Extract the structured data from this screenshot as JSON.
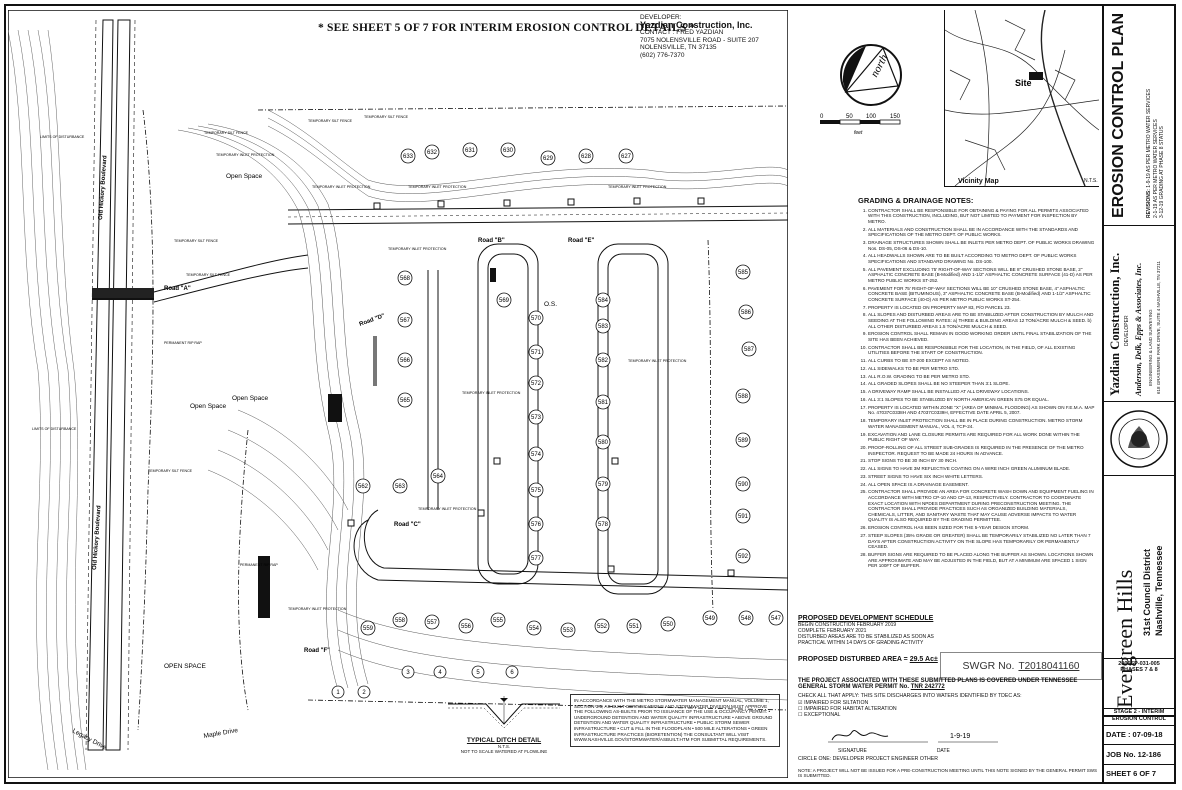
{
  "sheet_note": "* SEE SHEET 5 OF 7 FOR INTERIM EROSION CONTROL DETAILS *",
  "developer": {
    "heading": "DEVELOPER:",
    "name": "Yazdian Construction, Inc.",
    "contact": "CONTACT : FRED YAZDIAN",
    "address": "7075 NOLENSVILLE ROAD - SUITE 207",
    "city": "NOLENSVILLE, TN 37135",
    "phone": "(602) 776-7370"
  },
  "north_arrow": {
    "label": "north",
    "scale_ticks": [
      "0",
      "50",
      "100",
      "150"
    ],
    "scale_unit": "feet"
  },
  "vicinity": {
    "label": "Vicinity Map",
    "site": "Site",
    "nts": "N.T.S."
  },
  "plan_labels": {
    "old_hickory": "Old Hickory Boulevard",
    "road_a": "Road \"A\"",
    "road_b": "Road \"B\"",
    "road_c": "Road \"C\"",
    "road_d": "Road \"D\"",
    "road_e": "Road \"E\"",
    "road_f": "Road \"F\"",
    "open_space_1": "Open Space",
    "open_space_2": "Open Space",
    "open_space_3": "Open Space",
    "open_space_4": "OPEN SPACE",
    "os_short": "O.S.",
    "legacy": "Legacy Drive",
    "maple": "Maple Drive",
    "temp_silt": "TEMPORARY SILT FENCE",
    "temp_inlet": "TEMPORARY INLET PROTECTION",
    "perm_rip": "PERMANENT RIP RAP",
    "limits": "LIMITS OF DISTURBANCE"
  },
  "lots": {
    "top_row": [
      "633",
      "632",
      "631",
      "630",
      "629",
      "628",
      "627"
    ],
    "col_a": [
      "568",
      "567",
      "566",
      "565"
    ],
    "col_b": [
      "569",
      "570",
      "571",
      "572",
      "573",
      "574",
      "575",
      "576",
      "577"
    ],
    "col_c": [
      "584",
      "583",
      "582",
      "581",
      "580",
      "579",
      "578"
    ],
    "col_d": [
      "585",
      "586",
      "587",
      "588",
      "589",
      "590",
      "591",
      "592"
    ],
    "mid_a": [
      "562",
      "563",
      "564"
    ],
    "bottom_row": [
      "559",
      "558",
      "557",
      "556",
      "555",
      "554",
      "553",
      "552",
      "551",
      "550",
      "549",
      "548",
      "547"
    ],
    "small": [
      "1",
      "2",
      "3",
      "4",
      "5",
      "6"
    ]
  },
  "grading_notes": {
    "heading": "GRADING & DRAINAGE NOTES:",
    "items": [
      "CONTRACTOR SHALL BE RESPONSIBLE FOR OBTAINING & PAYING FOR ALL PERMITS ASSOCIATED WITH THIS CONSTRUCTION, INCLUDING, BUT NOT LIMITED TO PAYMENT FOR INSPECTION BY METRO.",
      "ALL MATERIALS AND CONSTRUCTION SHALL BE IN ACCORDANCE WITH THE STANDARDS AND SPECIFICATIONS OF THE METRO DEPT. OF PUBLIC WORKS.",
      "DRAINAGE STRUCTURES SHOWN SHALL BE INLETS PER METRO DEPT. OF PUBLIC WORKS DRAWING Nos. DS-05, DS-06 & DS-10.",
      "ALL HEADWALLS SHOWN ARE TO BE BUILT ACCORDING TO METRO DEPT. OF PUBLIC WORKS SPECIFICATIONS AND STANDARD DRAWING No. DS-100.",
      "ALL PAVEMENT EXCLUDING 75' RIGHT-OF-WAY SECTIONS WILL BE 8\" CRUSHED STONE BASE, 2\" ASPHALTIC CONCRETE BASE (B-Modified) AND 1-1/2\" ASPHALTIC CONCRETE SURFACE (41-D) AS PER METRO PUBLIC WORKS ST-252.",
      "PAVEMENT FOR 75' RIGHT-OF-WAY SECTIONS WILL BE 10\" CRUSHED STONE BASE, 4\" ASPHALTIC CONCRETE BASE (BITUMINOUS), 3\" ASPHALTIC CONCRETE BASE (B-Modified) AND 1-1/2\" ASPHALTIC CONCRETE SURFACE (40-D) AS PER METRO PUBLIC WORKS ST-254.",
      "PROPERTY IS LOCATED ON PROPERTY MAP 83, P/O PARCEL 23.",
      "ALL SLOPES AND DISTURBED AREAS ARE TO BE STABILIZED AFTER CONSTRUCTION BY MULCH AND SEEDING AT THE FOLLOWING RATES: a) THREE & BUILDING AREAS 12 TON/ACRE MULCH & SEED. b) ALL OTHER DISTURBED AREAS 1.5 TON/ACRE MULCH & SEED.",
      "EROSION CONTROL SHALL REMAIN IN GOOD WORKING ORDER UNTIL FINAL STABILIZATION OF THE SITE HAS BEEN ACHIEVED.",
      "CONTRACTOR SHALL BE RESPONSIBLE FOR THE LOCATION, IN THE FIELD, OF ALL EXISTING UTILITIES BEFORE THE START OF CONSTRUCTION.",
      "ALL CURBS TO BE ST-200 EXCEPT AS NOTED.",
      "ALL SIDEWALKS TO BE PER METRO STD.",
      "ALL R.O.W. GRADING TO BE PER METRO STD.",
      "ALL GRADED SLOPES SHALL BE NO STEEPER THAN 3:1 SLOPE.",
      "A DRIVEWAY RAMP SHALL BE INSTALLED AT ALL DRIVEWAY LOCATIONS.",
      "ALL 3:1 SLOPES TO BE STABILIZED BY NORTH AMERICAN GREEN S75 OR EQUAL.",
      "PROPERTY IS LOCATED WITHIN ZONE \"X\" (AREA OF MINIMAL FLOODING) AS SHOWN ON F.E.M.A. MAP No. 47037C0338H AND 47037C0339H, EFFECTIVE DATE APRIL 5, 2007.",
      "TEMPORARY INLET PROTECTION SHALL BE IN PLACE DURING CONSTRUCTION. METRO STORM WATER MANAGEMENT MANUAL, VOL 4, TCP-24.",
      "EXCAVATION AND LANE CLOSURE PERMITS ARE REQUIRED FOR ALL WORK DONE WITHIN THE PUBLIC RIGHT OF WAY.",
      "PROOF-ROLLING OF ALL STREET SUB-GRADES IS REQUIRED IN THE PRESENCE OF THE METRO INSPECTOR. REQUEST TO BE MADE 24 HOURS IN ADVANCE.",
      "STOP SIGNS TO BE 30 INCH BY 30 INCH.",
      "ALL SIGNS TO HAVE 3M REFLECTIVE COATING ON A WIRE INCH GREEN ALUMINUM BLADE.",
      "STREET SIGNS TO HAVE SIX INCH WHITE LETTERS.",
      "ALL OPEN SPACE IS A DRAINAGE EASEMENT.",
      "CONTRACTOR SHALL PROVIDE AN AREA FOR CONCRETE WASH DOWN AND EQUIPMENT FUELING IN ACCORDANCE WITH METRO CP-10 AND CP-13, RESPECTIVELY. CONTRACTOR TO COORDINATE EXACT LOCATION WITH NPDES DEPARTMENT DURING PRECONSTRUCTION MEETING. THE CONTRACTOR SHALL PROVIDE PRACTICES SUCH AS ORGANIZED BUILDING MATERIALS, CHEMICALS, LITTER, AND SANITARY WASTE THAT MAY CAUSE ADVERSE IMPACTS TO WATER QUALITY IS ALSO REQUIRED BY THE GRADING PERMITTEE.",
      "EROSION CONTROL HAS BEEN SIZED FOR THE 5-YEAR DESIGN STORM.",
      "STEEP SLOPES (35% GRADE OR GREATER) SHALL BE TEMPORARILY STABILIZED NO LATER THAN 7 DAYS AFTER CONSTRUCTION ACTIVITY ON THE SLOPE HAS TEMPORARILY OR PERMANENTLY CEASED.",
      "BUFFER SIGNS ARE REQUIRED TO BE PLACED ALONG THE BUFFER AS SHOWN. LOCATIONS SHOWN ARE APPROXIMATE AND MAY BE ADJUSTED IN THE FIELD, BUT AT A MINIMUM ARE SPACED 1 SIGN PER 100FT OF BUFFER."
    ]
  },
  "schedule": {
    "heading": "PROPOSED DEVELOPMENT SCHEDULE",
    "line1": "BEGIN CONSTRUCTION FEBRUARY 2019",
    "line2": "COMPLETE FEBRUARY 2021",
    "line3": "DISTURBED AREAS ARE TO BE STABILIZED AS SOON AS PRACTICAL WITHIN 14 DAYS OF GRADING ACTIVITY"
  },
  "disturbed": {
    "label": "PROPOSED DISTURBED AREA =",
    "value": "29.5 Ac±"
  },
  "swgr": {
    "label": "SWGR No.",
    "number": "T2018041160"
  },
  "certification": {
    "text1": "THE PROJECT ASSOCIATED WITH THESE SUBMITTED PLANS IS COVERED UNDER TENNESSEE GENERAL STORM WATER PERMIT No.",
    "permit": "TNR 242772",
    "text2": "CHECK ALL THAT APPLY: THIS SITE DISCHARGES INTO WATERS IDENTIFIED BY TDEC AS:",
    "opt1": "IMPAIRED FOR SILTATION",
    "opt2": "IMPAIRED FOR HABITAT ALTERATION",
    "opt3": "EXCEPTIONAL",
    "sig_label": "SIGNATURE",
    "date_label": "DATE",
    "date": "1-9-19"
  },
  "circle_one": "CIRCLE ONE: DEVELOPER  PROJECT ENGINEER  OTHER",
  "bottom_note": "NOTE: A PROJECT WILL NOT BE ISSUED FOR A PRE-CONSTRUCTION MEETING UNTIL THIS NOTE SIGNED BY THE GENERAL PERMIT SWS IS SUBMITTED.",
  "usage_note": "IN ACCORDANCE WITH THE METRO STORMWATER MANAGEMENT MANUAL, VOLUME 1, SECTION 3.5, AS-BUILT CERTIFICATIONS AND STORMWATER DIVISION MUST APPROVE THE FOLLOWING AS-BUILTS PRIOR TO ISSUANCE OF THE USE & OCCUPANCY PERMIT: • UNDERGROUND DETENTION AND WATER QUALITY INFRASTRUCTURE • ABOVE GROUND DETENTION AND WATER QUALITY INFRASTRUCTURE • PUBLIC STORM SEWER INFRASTRUCTURE • CUT & FILL IN THE FLOODPLAIN • 500 MILE ALTERATIONS • GREEN INFRASTRUCTURE PRACTICES (BIORETENTION) THE CONSULTANT WILL VISIT WWW.NASHVILLE.GOV/STORMWATER/ASBUILT.HTM FOR SUBMITTAL REQUIREMENTS.",
  "ditch": {
    "title": "TYPICAL DITCH DETAIL",
    "sub": "N.T.S.",
    "sub2": "NOT TO SCALE WATERED AT FLOWLINE"
  },
  "title_block": {
    "plan_title": "EROSION CONTROL PLAN",
    "revisions_label": "REVISIONS:",
    "rev1": "1-9-19 AS PER METRO WATER SERVICES",
    "rev2": "2-1-19 AS PER METRO WATER SERVICES",
    "rev3": "3-12-19 GRADING AT PHASE 8 STATUS",
    "company": "Yazdian Construction, Inc.",
    "role": "DEVELOPER",
    "engineer": "Anderson, Delk, Epps & Associates, Inc.",
    "eng_sub": "ENGINEERING & LAND SURVEYING",
    "eng_addr": "618 GRASSMERE PARK DRIVE, SUITE 4 NASHVILLE, TN 37211",
    "project": "Evergreen Hills",
    "district": "31st Council District",
    "city": "Nashville, Tennessee",
    "case": "2005SP-031-005",
    "phases": "PHASES 7 & 8",
    "stage": "STAGE 2 - INTERIM EROSION CONTROL",
    "date": "DATE : 07-09-18",
    "job": "JOB No. 12-186",
    "sheet": "SHEET 6 OF 7"
  }
}
